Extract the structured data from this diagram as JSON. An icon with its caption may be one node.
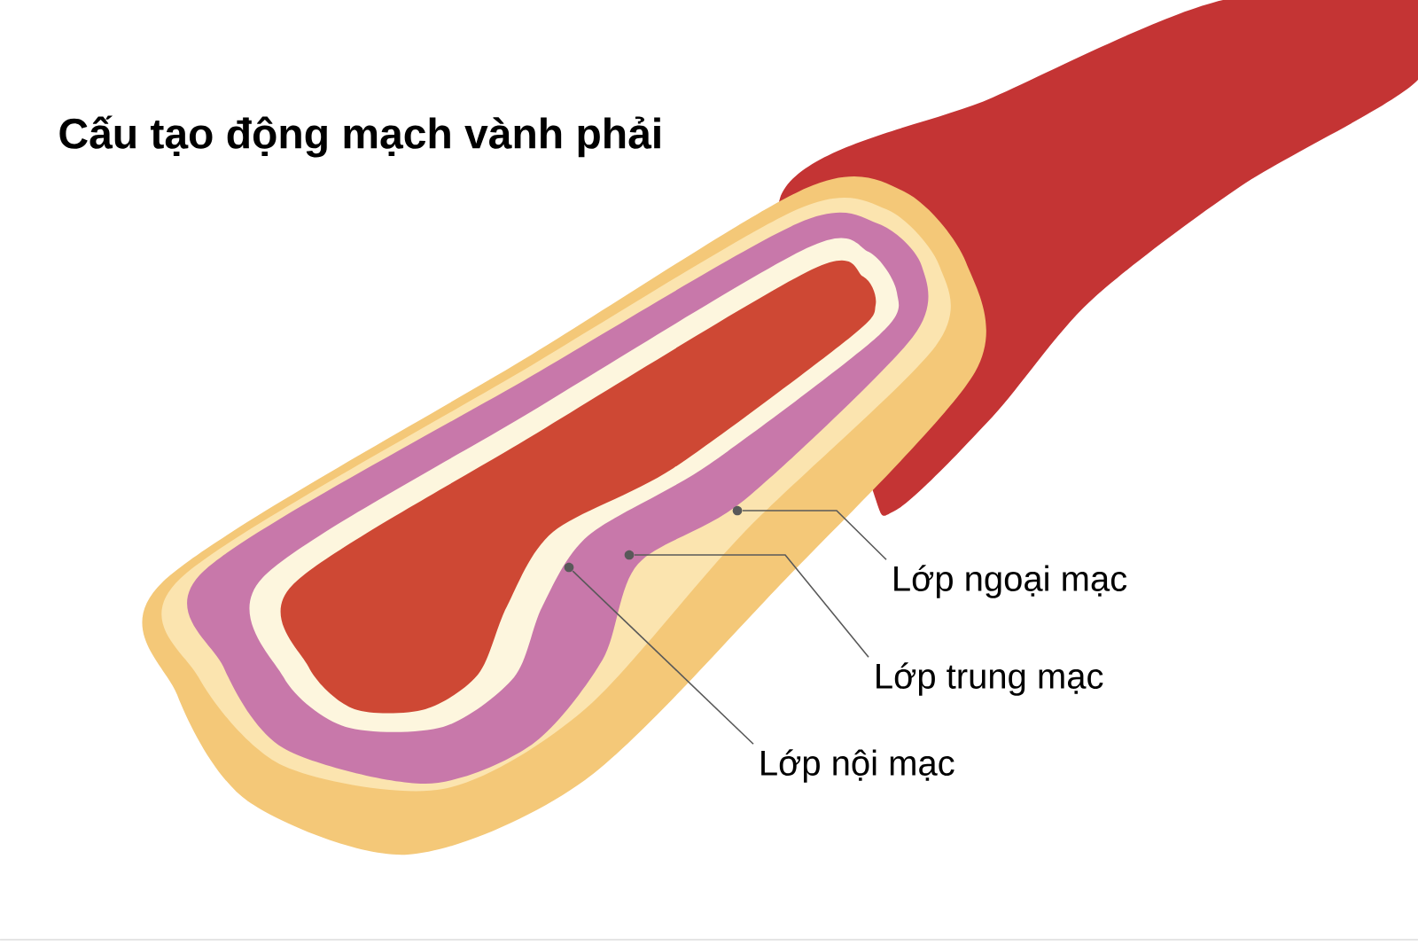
{
  "diagram": {
    "title": "Cấu tạo động mạch vành phải",
    "nodes": [
      {
        "text": [
          "Lớp ngoại mạc"
        ]
      },
      {
        "text": [
          "Lớp trung mạc"
        ]
      },
      {
        "text": [
          "Lớp nội mạc"
        ]
      },
      {
        "text": [],
        "shape": "circle"
      },
      {
        "text": [],
        "shape": "circle"
      },
      {
        "text": [],
        "shape": "circle"
      }
    ],
    "edges": [
      {
        "from": 0,
        "to": 3,
        "arrow": "none"
      },
      {
        "from": 1,
        "to": 4,
        "arrow": "none"
      },
      {
        "from": 2,
        "to": 5,
        "arrow": "none"
      }
    ]
  }
}
